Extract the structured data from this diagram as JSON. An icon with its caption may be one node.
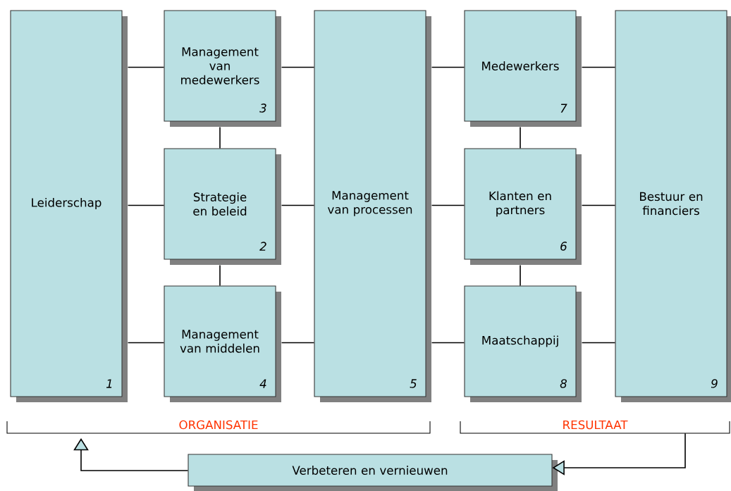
{
  "diagram": {
    "nodes": [
      {
        "text": [
          "Leiderschap",
          "1"
        ]
      },
      {
        "text": [
          "Management van medewerkers",
          "3"
        ]
      },
      {
        "text": [
          "Strategie en beleid",
          "2"
        ]
      },
      {
        "text": [
          "Management van middelen",
          "4"
        ]
      },
      {
        "text": [
          "Management van processen",
          "5"
        ]
      },
      {
        "text": [
          "Medewerkers",
          "7"
        ]
      },
      {
        "text": [
          "Klanten en partners",
          "6"
        ]
      },
      {
        "text": [
          "Maatschappij",
          "8"
        ]
      },
      {
        "text": [
          "Bestuur en financiers",
          "9"
        ]
      },
      {
        "text": [
          "Verbeteren en vernieuwen"
        ]
      },
      {
        "text": [
          "ORGANISATIE"
        ]
      },
      {
        "text": [
          "RESULTAAT"
        ]
      }
    ],
    "edges": [
      {
        "from": 0,
        "to": 1,
        "arrow": "none"
      },
      {
        "from": 0,
        "to": 2,
        "arrow": "none"
      },
      {
        "from": 0,
        "to": 3,
        "arrow": "none"
      },
      {
        "from": 1,
        "to": 2,
        "arrow": "none"
      },
      {
        "from": 2,
        "to": 3,
        "arrow": "none"
      },
      {
        "from": 1,
        "to": 4,
        "arrow": "none"
      },
      {
        "from": 2,
        "to": 4,
        "arrow": "none"
      },
      {
        "from": 3,
        "to": 4,
        "arrow": "none"
      },
      {
        "from": 4,
        "to": 5,
        "arrow": "none"
      },
      {
        "from": 4,
        "to": 6,
        "arrow": "none"
      },
      {
        "from": 4,
        "to": 7,
        "arrow": "none"
      },
      {
        "from": 5,
        "to": 6,
        "arrow": "none"
      },
      {
        "from": 6,
        "to": 7,
        "arrow": "none"
      },
      {
        "from": 5,
        "to": 8,
        "arrow": "none"
      },
      {
        "from": 6,
        "to": 8,
        "arrow": "none"
      },
      {
        "from": 7,
        "to": 8,
        "arrow": "none"
      },
      {
        "from": 11,
        "to": 9,
        "arrow": "to"
      },
      {
        "from": 9,
        "to": 10,
        "arrow": "to"
      }
    ]
  }
}
